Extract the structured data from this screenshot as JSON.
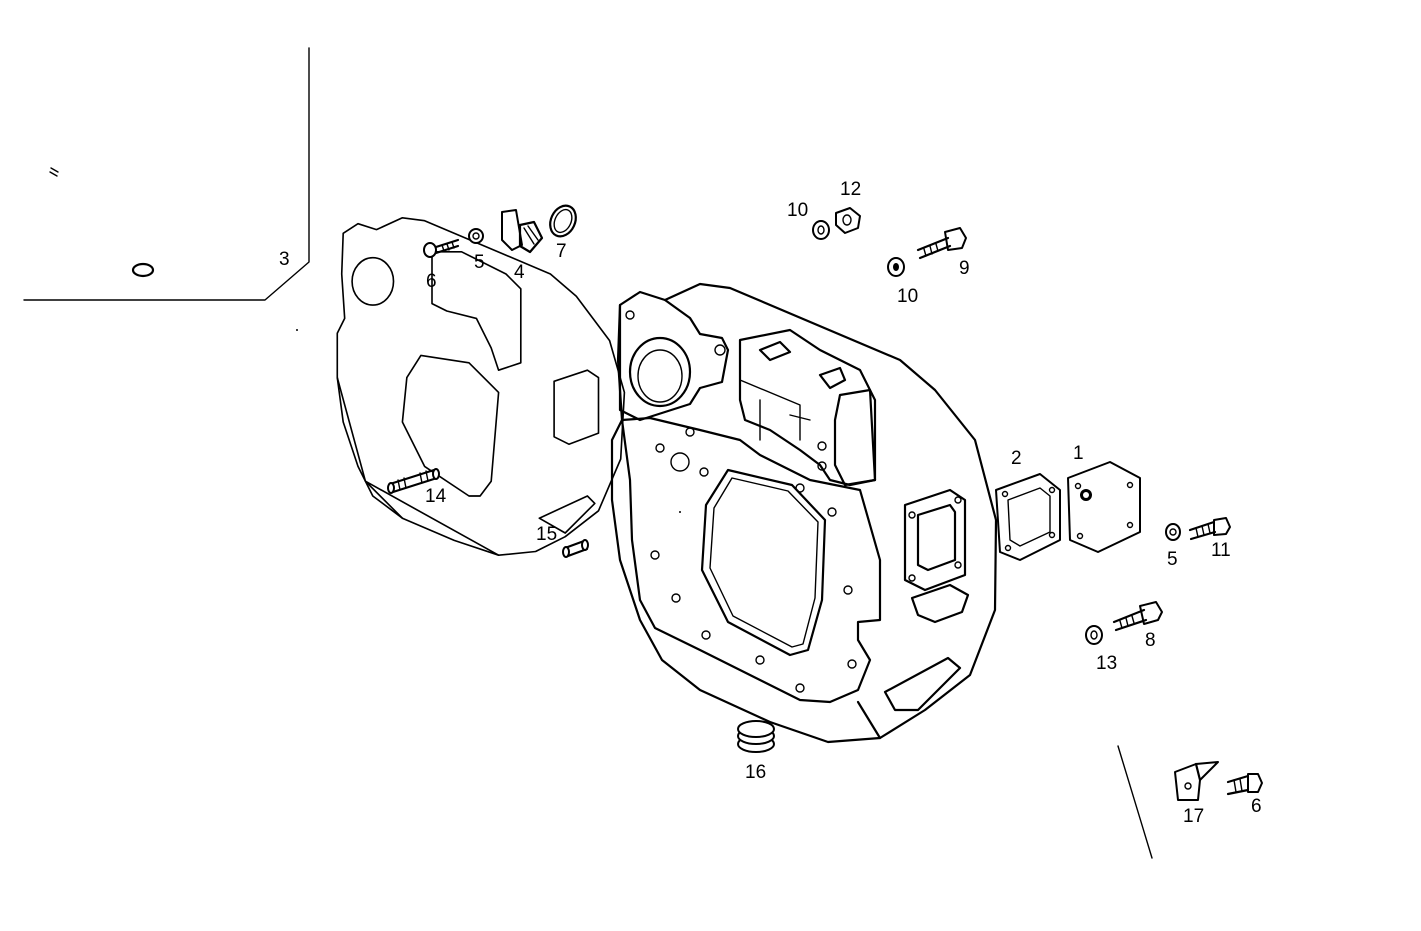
{
  "callouts": {
    "c1": "1",
    "c2": "2",
    "c3": "3",
    "c4": "4",
    "c5a": "5",
    "c5b": "5",
    "c6a": "6",
    "c6b": "6",
    "c7": "7",
    "c8": "8",
    "c9": "9",
    "c10a": "10",
    "c10b": "10",
    "c11": "11",
    "c12": "12",
    "c13": "13",
    "c14": "14",
    "c15": "15",
    "c16": "16",
    "c17": "17"
  },
  "colors": {
    "line": "#000000",
    "background": "#ffffff"
  }
}
